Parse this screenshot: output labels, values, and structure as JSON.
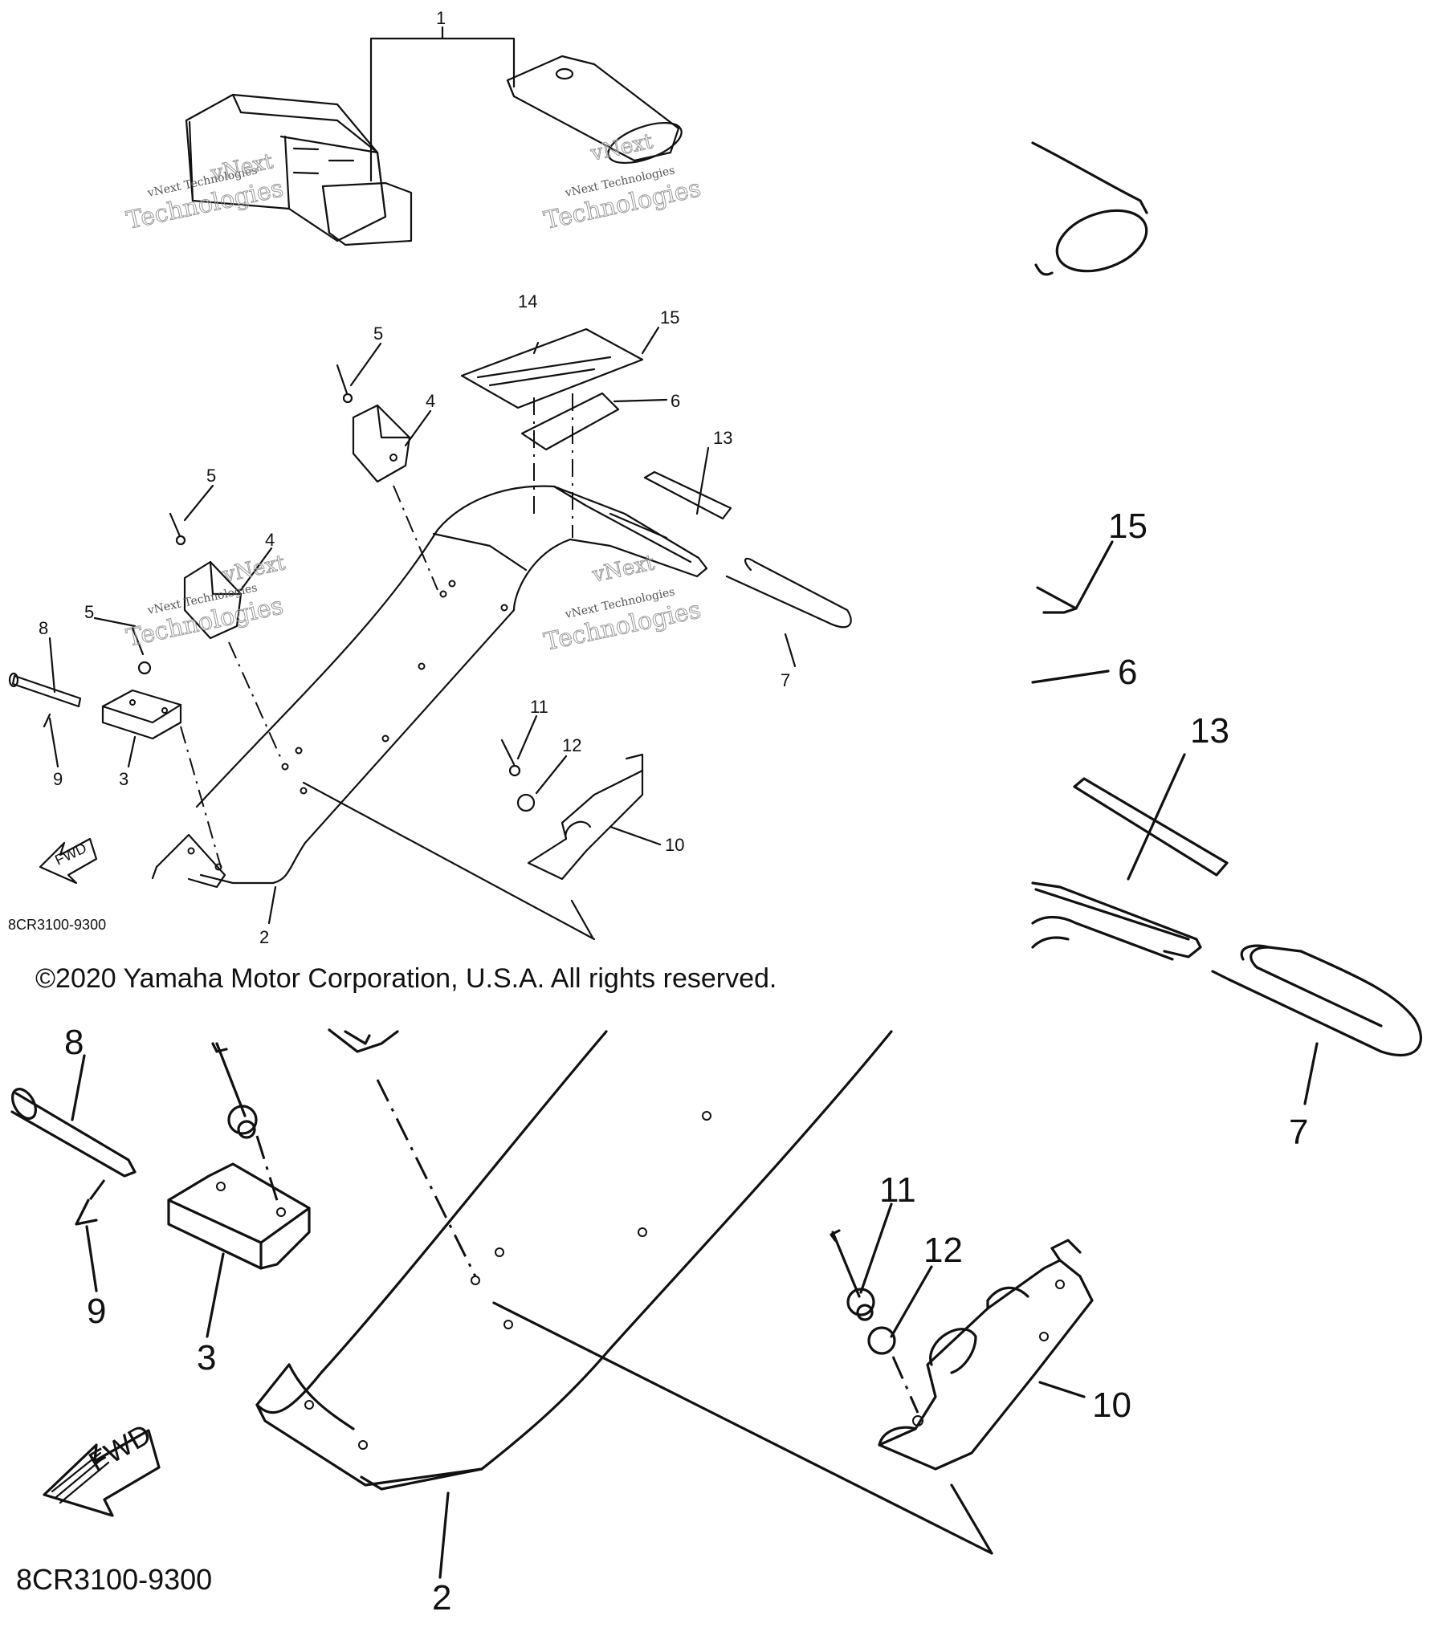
{
  "diagram": {
    "part_code": "8CR3100-9300",
    "copyright": "©2020 Yamaha Motor Corporation, U.S.A. All rights reserved.",
    "fwd_label": "FWD",
    "watermark_line1": "vNext",
    "watermark_line2": "Technologies",
    "watermark_small": "vNext Technologies",
    "callouts": [
      "1",
      "2",
      "3",
      "4",
      "5",
      "6",
      "7",
      "8",
      "9",
      "10",
      "11",
      "12",
      "13",
      "14",
      "15"
    ]
  }
}
